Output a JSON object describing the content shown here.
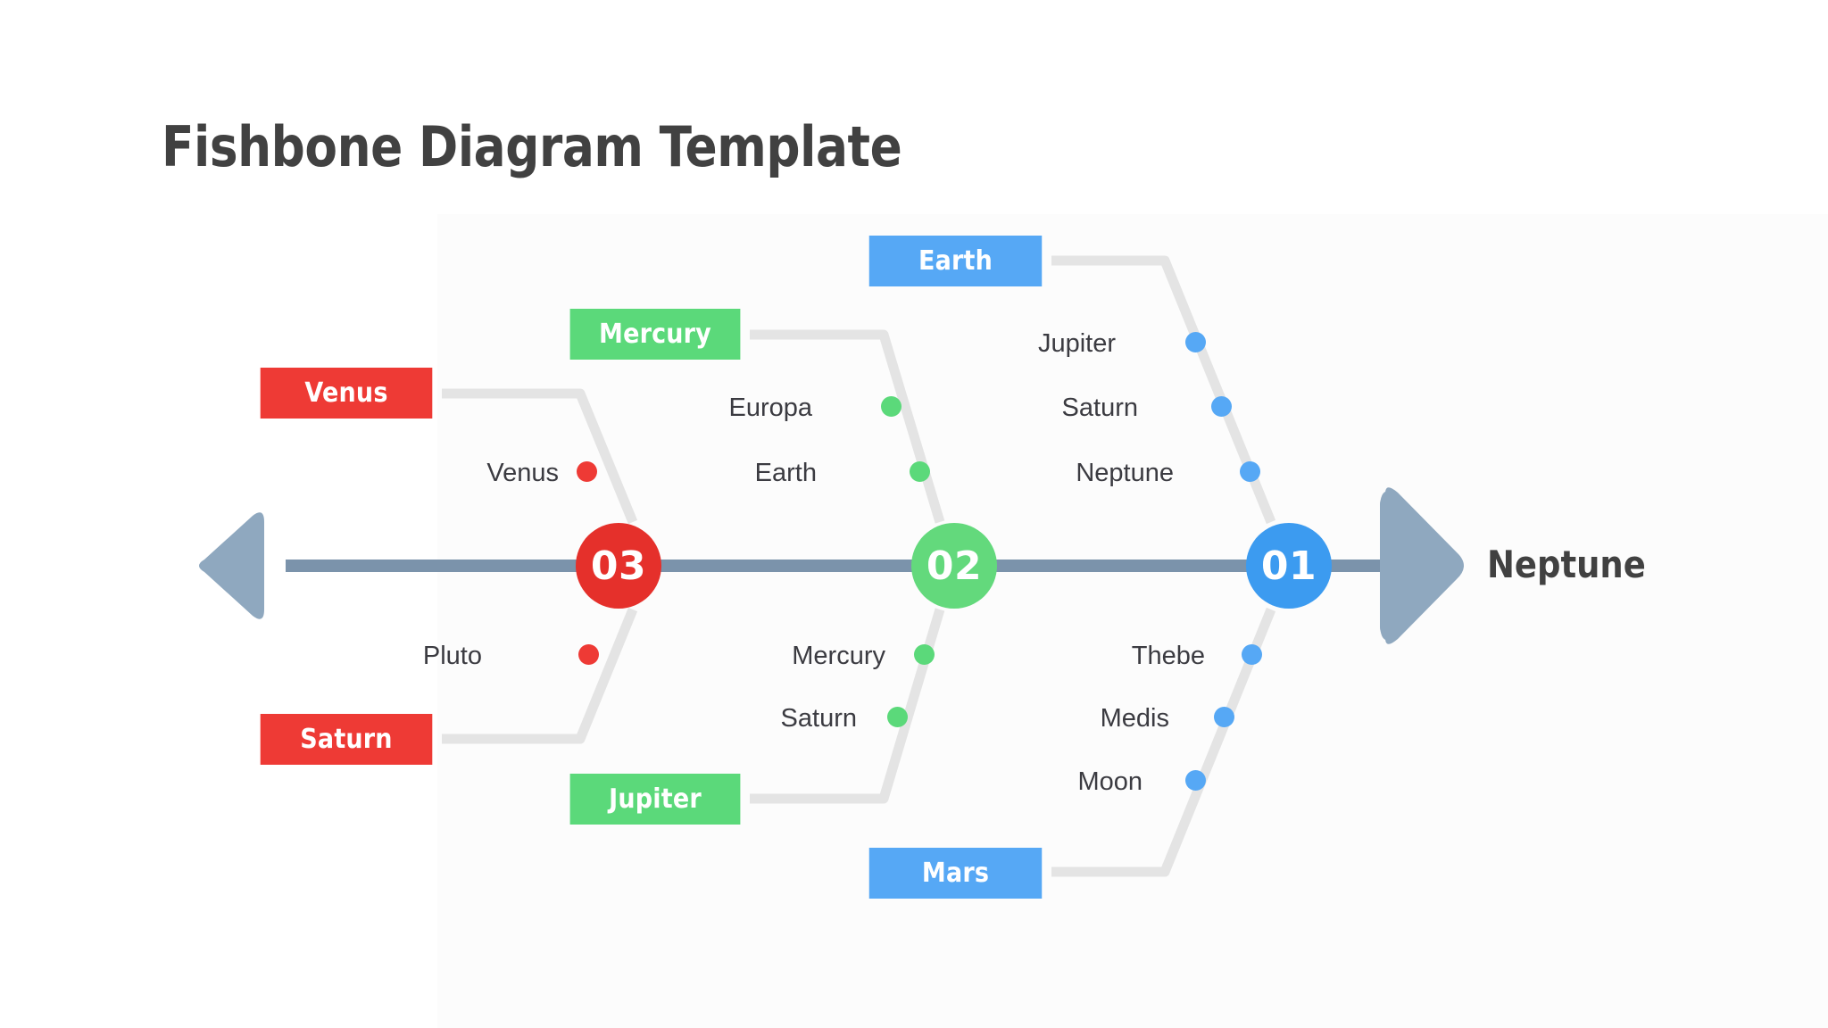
{
  "title": "Fishbone Diagram Template",
  "colors": {
    "red": "#EE3A35",
    "green": "#5BD97A",
    "blue": "#56A8F5",
    "spine": "#7B93AB",
    "arrow": "#8FA8BF",
    "wire": "#E4E4E4",
    "text": "#3b3b41",
    "title": "#414141"
  },
  "head": {
    "label": "Neptune"
  },
  "spine": {
    "nodes": [
      {
        "id": "node-03",
        "number": "03",
        "color": "red"
      },
      {
        "id": "node-02",
        "number": "02",
        "color": "green"
      },
      {
        "id": "node-01",
        "number": "01",
        "color": "blue"
      }
    ]
  },
  "branches": [
    {
      "id": "branch-red-upper",
      "color": "red",
      "position": "upper",
      "category": "Venus",
      "causes": [
        "Venus"
      ]
    },
    {
      "id": "branch-green-upper",
      "color": "green",
      "position": "upper",
      "category": "Mercury",
      "causes": [
        "Europa",
        "Earth"
      ]
    },
    {
      "id": "branch-blue-upper",
      "color": "blue",
      "position": "upper",
      "category": "Earth",
      "causes": [
        "Jupiter",
        "Saturn",
        "Neptune"
      ]
    },
    {
      "id": "branch-red-lower",
      "color": "red",
      "position": "lower",
      "category": "Saturn",
      "causes": [
        "Pluto"
      ]
    },
    {
      "id": "branch-green-lower",
      "color": "green",
      "position": "lower",
      "category": "Jupiter",
      "causes": [
        "Mercury",
        "Saturn"
      ]
    },
    {
      "id": "branch-blue-lower",
      "color": "blue",
      "position": "lower",
      "category": "Mars",
      "causes": [
        "Thebe",
        "Medis",
        "Moon"
      ]
    }
  ]
}
